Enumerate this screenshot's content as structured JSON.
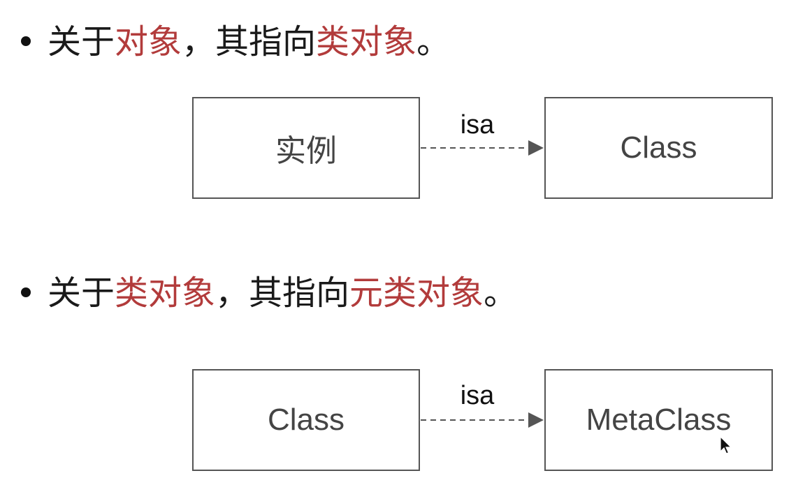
{
  "bullets": [
    {
      "prefix": "关于",
      "highlight1": "对象",
      "middle": "，其指向",
      "highlight2": "类对象",
      "suffix": "。"
    },
    {
      "prefix": "关于",
      "highlight1": "类对象",
      "middle": "，其指向",
      "highlight2": "元类对象",
      "suffix": "。"
    }
  ],
  "diagram1": {
    "source": "实例",
    "edge": "isa",
    "target": "Class"
  },
  "diagram2": {
    "source": "Class",
    "edge": "isa",
    "target": "MetaClass"
  },
  "colors": {
    "highlight": "#b23b3b",
    "box_border": "#555555",
    "arrow": "#555555"
  },
  "icons": {
    "cursor": "mouse-pointer-icon"
  }
}
